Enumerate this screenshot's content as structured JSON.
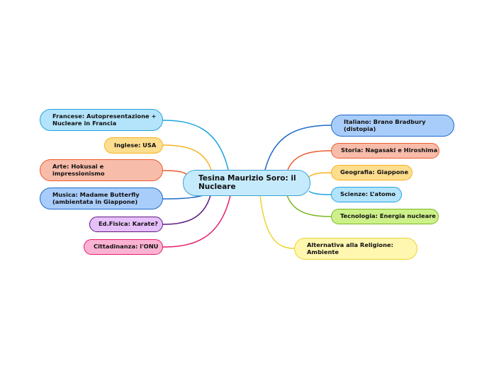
{
  "central": {
    "label": "Tesina Maurizio Soro: il Nucleare",
    "line1": "Tesina Maurizio Soro: il",
    "line2": "Nucleare"
  },
  "branches": [
    {
      "id": "francese",
      "side": "left",
      "line1": "Francese: Autopresentazione +",
      "line2": "Nucleare in Francia",
      "fill": "#b3e4fb",
      "stroke": "#1fa3de"
    },
    {
      "id": "inglese",
      "side": "left",
      "line1": "Inglese: USA",
      "line2": "",
      "fill": "#fddd8e",
      "stroke": "#f4b31f"
    },
    {
      "id": "arte",
      "side": "left",
      "line1": "Arte: Hokusai e",
      "line2": "impressionismo",
      "fill": "#f8bcaa",
      "stroke": "#eb5a2e"
    },
    {
      "id": "musica",
      "side": "left",
      "line1": "Musica: Madame Butterfly",
      "line2": "(ambientata in Giappone)",
      "fill": "#a9cdfb",
      "stroke": "#1e6ac8"
    },
    {
      "id": "edfisica",
      "side": "left",
      "line1": "Ed.Fisica: Karate?",
      "line2": "",
      "fill": "#e6c0fa",
      "stroke": "#5c1a80"
    },
    {
      "id": "cittadinanza",
      "side": "left",
      "line1": "Cittadinanza: l'ONU",
      "line2": "",
      "fill": "#fbb3d3",
      "stroke": "#e61a6e"
    },
    {
      "id": "italiano",
      "side": "right",
      "line1": "Italiano: Brano Bradbury",
      "line2": "(distopia)",
      "fill": "#a9cdfb",
      "stroke": "#1e6ac8"
    },
    {
      "id": "storia",
      "side": "right",
      "line1": "Storia: Nagasaki e Hiroshima",
      "line2": "",
      "fill": "#f8bcaa",
      "stroke": "#eb5a2e"
    },
    {
      "id": "geografia",
      "side": "right",
      "line1": "Geografia: Giappone",
      "line2": "",
      "fill": "#fddd8e",
      "stroke": "#f4b31f"
    },
    {
      "id": "scienze",
      "side": "right",
      "line1": "Scienze: L’atomo",
      "line2": "",
      "fill": "#b3e4fb",
      "stroke": "#1fa3de"
    },
    {
      "id": "tecnologia",
      "side": "right",
      "line1": "Tecnologia: Energia nucleare",
      "line2": "",
      "fill": "#cdf08a",
      "stroke": "#78b81e"
    },
    {
      "id": "religione",
      "side": "right",
      "line1": "Alternativa alla Religione:",
      "line2": "Ambiente",
      "fill": "#fff6b0",
      "stroke": "#ecd530"
    }
  ]
}
